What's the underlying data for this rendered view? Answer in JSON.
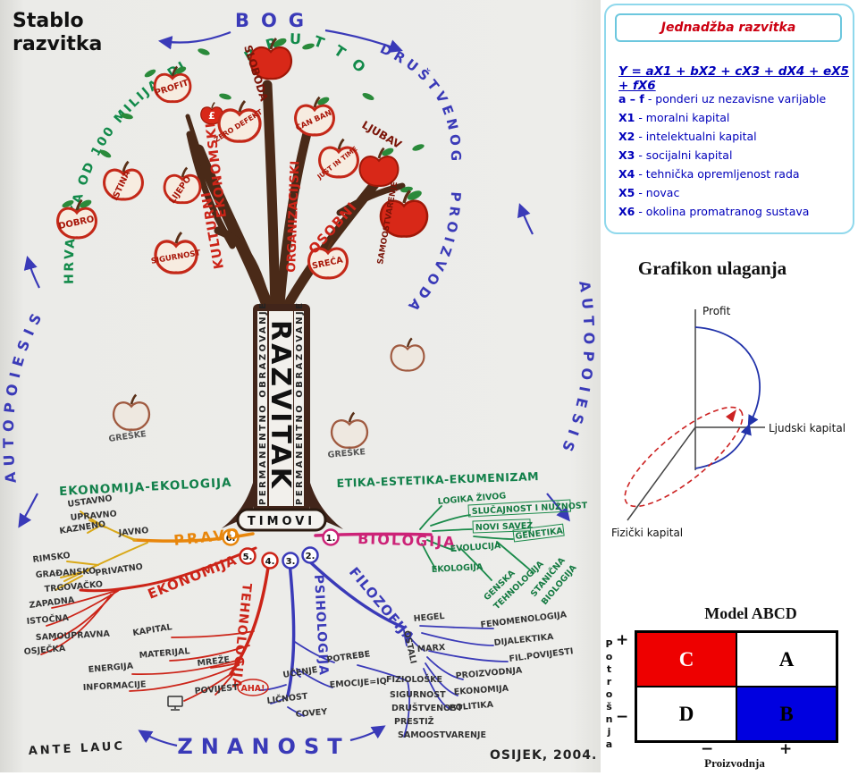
{
  "title": {
    "line1": "Stablo",
    "line2": "razvitka"
  },
  "tree": {
    "god": "BOG",
    "brutto": "BRUTTO",
    "drustvenog": "DRUŠTVENOG",
    "proizvoda": "PROIZVODA",
    "hrvatska": "HRVATSKA OD 100 MILIJARDI",
    "autopoiesis_left": "AUTOPOIESIS",
    "autopoiesis_right": "AUTOPOIESIS",
    "trunk": "RAZVITAK",
    "trunk_left": "PERMANENTNO OBRAZOVANJE",
    "trunk_right": "PERMANENTNO OBRAZOVANJE",
    "banner": "TIMOVI",
    "band_left": "EKONOMIJA-EKOLOGIJA",
    "band_right": "ETIKA-ESTETIKA-EKUMENIZAM",
    "greske": "GREŠKE",
    "bottom_left": "ANTE LAUC",
    "bottom_center": "ZNANOST",
    "bottom_right": "OSIJEK, 2004.",
    "apples": [
      "PROFIT",
      "SLOBODA",
      "ZERO DEFEKT",
      "CAN BAN",
      "JUST IN TIME",
      "LJUBAV",
      "ISTINA",
      "LIJEPO",
      "DOBRO",
      "SIGURNOST",
      "SREĆA",
      "SAMOOSTVARENJE",
      "£"
    ],
    "branches": [
      "EKONOMSKI",
      "KULTURNI",
      "ORGANIZACIJSKI",
      "OSOBNI"
    ],
    "roots": [
      {
        "num": "6.",
        "label": "PRAVO",
        "children": [
          "USTAVNO",
          "UPRAVNO",
          "KAZNENO",
          "JAVNO",
          "RIMSKO",
          "GRAĐANSKO",
          "PRIVATNO",
          "TRGOVAČKO"
        ]
      },
      {
        "num": "5.",
        "label": "EKONOMIJA",
        "children": [
          "ZAPADNA",
          "ISTOČNA",
          "SAMOUPRAVNA",
          "OSJEČKA"
        ]
      },
      {
        "num": "4.",
        "label": "TEHNOLOGIJA",
        "children": [
          "KAPITAL",
          "MATERIJAL",
          "ENERGIJA",
          "INFORMACIJE",
          "MREŽE",
          "POVIJEST"
        ]
      },
      {
        "num": "3.",
        "label": "PSIHOLOGIJA",
        "children": [
          "UČENJE",
          "AHA!",
          "LIČNOST",
          "COVEY",
          "POTREBE",
          "EMOCIJE=IQ",
          "FIZIOLOŠKE",
          "SIGURNOST",
          "DRUŠTVENOST",
          "PRESTIŽ",
          "SAMOOSTVARENJE"
        ]
      },
      {
        "num": "2.",
        "label": "FILOZOFIJA",
        "children": [
          "HEGEL",
          "FENOMENOLOGIJA",
          "DIJALEKTIKA",
          "MARX",
          "FIL.POVIJESTI",
          "OSTALI",
          "PROIZVODNJA",
          "EKONOMIJA",
          "POLITIKA"
        ]
      },
      {
        "num": "1.",
        "label": "BIOLOGIJA",
        "children": [
          "LOGIKA ŽIVOG",
          "SLUČAJNOST I NUŽNOST",
          "NOVI SAVEZ",
          "EVOLUCIJA",
          "GENETIKA",
          "EKOLOGIJA",
          "GENSKA",
          "TEHNOLOGIJA",
          "STANIČNA",
          "BIOLOGIJA"
        ]
      }
    ]
  },
  "panel": {
    "box_title": "Jednadžba razvitka",
    "equation": "Y = aX1 + bX2 + cX3 + dX4 + eX5 + fX6",
    "legend": [
      {
        "key": "a – f",
        "desc": "- ponderi uz nezavisne varijable"
      },
      {
        "key": "X1",
        "desc": "- moralni kapital"
      },
      {
        "key": "X2",
        "desc": "- intelektualni kapital"
      },
      {
        "key": "X3",
        "desc": "- socijalni kapital"
      },
      {
        "key": "X4",
        "desc": "- tehnička opremljenost rada"
      },
      {
        "key": "X5",
        "desc": "- novac"
      },
      {
        "key": "X6",
        "desc": "- okolina promatranog sustava"
      }
    ],
    "graph": {
      "title": "Grafikon ulaganja",
      "axis_y": "Profit",
      "axis_x": "Ljudski kapital",
      "axis_z": "Fizički kapital"
    },
    "model": {
      "title": "Model ABCD",
      "cells": [
        "C",
        "A",
        "D",
        "B"
      ],
      "row_axis": "Potrošnja",
      "col_axis": "Proizvodnja",
      "plus": "+",
      "minus": "−"
    },
    "colors": {
      "accent_red": "#ee0000",
      "accent_blue": "#0000e0",
      "text_blue": "#0000bb",
      "border_cyan": "#8fd8ec"
    }
  }
}
